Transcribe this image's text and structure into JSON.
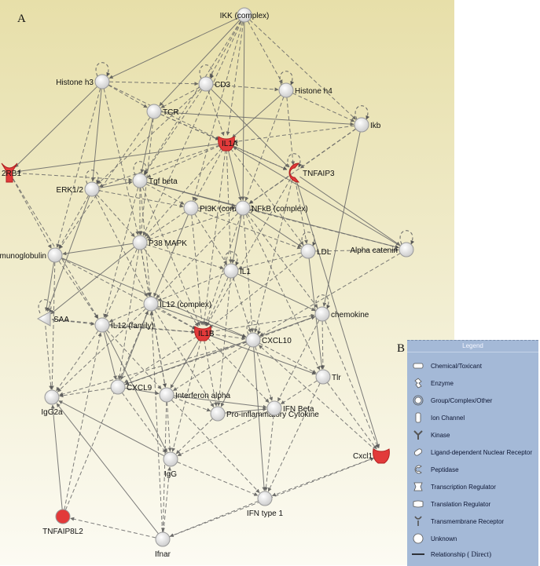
{
  "panels": {
    "a_label": "A",
    "b_label": "B"
  },
  "colors": {
    "highlight": "#e23a3a",
    "node": "#f4f4f4",
    "edge": "#6a6a6a",
    "legend_bg": "#a4b9d7"
  },
  "nodes": [
    {
      "id": "ikk",
      "label": "IKK (complex)",
      "shape": "circle",
      "highlight": false
    },
    {
      "id": "histone_h3",
      "label": "Histone h3",
      "shape": "circle",
      "highlight": false
    },
    {
      "id": "cd3",
      "label": "CD3",
      "shape": "circle",
      "highlight": false
    },
    {
      "id": "histone_h4",
      "label": "Histone h4",
      "shape": "circle",
      "highlight": false
    },
    {
      "id": "tcr",
      "label": "TCR",
      "shape": "circle",
      "highlight": false
    },
    {
      "id": "ikb",
      "label": "Ikb",
      "shape": "circle",
      "highlight": false
    },
    {
      "id": "il1a",
      "label": "IL1A",
      "shape": "cytokine",
      "highlight": true
    },
    {
      "id": "il2rb",
      "label": "2RB1",
      "shape": "receptor",
      "highlight": true
    },
    {
      "id": "tnfaip3",
      "label": "TNFAIP3",
      "shape": "enzyme",
      "highlight": true
    },
    {
      "id": "erk12",
      "label": "ERK1/2",
      "shape": "circle",
      "highlight": false
    },
    {
      "id": "tgfb",
      "label": "Tgf beta",
      "shape": "circle",
      "highlight": false
    },
    {
      "id": "pi3k",
      "label": "PI3K (complex)",
      "shape": "circle",
      "highlight": false
    },
    {
      "id": "nfkb",
      "label": "NFkB (complex)",
      "shape": "circle",
      "highlight": false
    },
    {
      "id": "p38",
      "label": "P38 MAPK",
      "shape": "circle",
      "highlight": false
    },
    {
      "id": "immuno",
      "label": "Immunoglobulin",
      "shape": "circle",
      "highlight": false
    },
    {
      "id": "ldl",
      "label": "LDL",
      "shape": "circle",
      "highlight": false
    },
    {
      "id": "alpha_cat",
      "label": "Alpha catenin",
      "shape": "circle",
      "highlight": false
    },
    {
      "id": "il1",
      "label": "IL1",
      "shape": "circle",
      "highlight": false
    },
    {
      "id": "il12c",
      "label": "IL12 (complex)",
      "shape": "circle",
      "highlight": false
    },
    {
      "id": "saa",
      "label": "SAA",
      "shape": "triangle",
      "highlight": false
    },
    {
      "id": "il12f",
      "label": "IL12 (family)",
      "shape": "circle",
      "highlight": false
    },
    {
      "id": "il1b",
      "label": "IL1B",
      "shape": "cytokine",
      "highlight": true
    },
    {
      "id": "cxcl10",
      "label": "CXCL10",
      "shape": "circle",
      "highlight": false
    },
    {
      "id": "chemokine",
      "label": "chemokine",
      "shape": "circle",
      "highlight": false
    },
    {
      "id": "tlr",
      "label": "Tlr",
      "shape": "circle",
      "highlight": false
    },
    {
      "id": "igg2a",
      "label": "IgG2a",
      "shape": "circle",
      "highlight": false
    },
    {
      "id": "cxcl9",
      "label": "CXCL9",
      "shape": "circle",
      "highlight": false
    },
    {
      "id": "ifna",
      "label": "Interferon alpha",
      "shape": "circle",
      "highlight": false
    },
    {
      "id": "proinf",
      "label": "Pro-inflammatory Cytokine",
      "shape": "circle",
      "highlight": false
    },
    {
      "id": "ifnb",
      "label": "IFN Beta",
      "shape": "circle",
      "highlight": false
    },
    {
      "id": "igg",
      "label": "IgG",
      "shape": "circle",
      "highlight": false
    },
    {
      "id": "cxcl1",
      "label": "Cxcl1",
      "shape": "cytokine",
      "highlight": true
    },
    {
      "id": "ifn1",
      "label": "IFN type 1",
      "shape": "circle",
      "highlight": false
    },
    {
      "id": "tnfaip8l2",
      "label": "TNFAIP8L2",
      "shape": "circle",
      "highlight": true
    },
    {
      "id": "ifnar",
      "label": "Ifnar",
      "shape": "circle",
      "highlight": false
    }
  ],
  "legend": {
    "title": "Legend",
    "items": [
      {
        "label": "Chemical/Toxicant",
        "icon": "chemical-icon"
      },
      {
        "label": "Enzyme",
        "icon": "enzyme-icon"
      },
      {
        "label": "Group/Complex/Other",
        "icon": "group-icon"
      },
      {
        "label": "Ion Channel",
        "icon": "ion-channel-icon"
      },
      {
        "label": "Kinase",
        "icon": "kinase-icon"
      },
      {
        "label": "Ligand-dependent Nuclear Receptor",
        "icon": "nuclear-receptor-icon"
      },
      {
        "label": "Peptidase",
        "icon": "peptidase-icon"
      },
      {
        "label": "Transcription Regulator",
        "icon": "transcription-regulator-icon"
      },
      {
        "label": "Translation Regulator",
        "icon": "translation-regulator-icon"
      },
      {
        "label": "Transmembrane Receptor",
        "icon": "transmembrane-receptor-icon"
      },
      {
        "label": "Unknown",
        "icon": "unknown-icon"
      },
      {
        "label": "Relationship",
        "icon": "relationship-line-icon",
        "suffix": "( Direct)"
      }
    ]
  }
}
